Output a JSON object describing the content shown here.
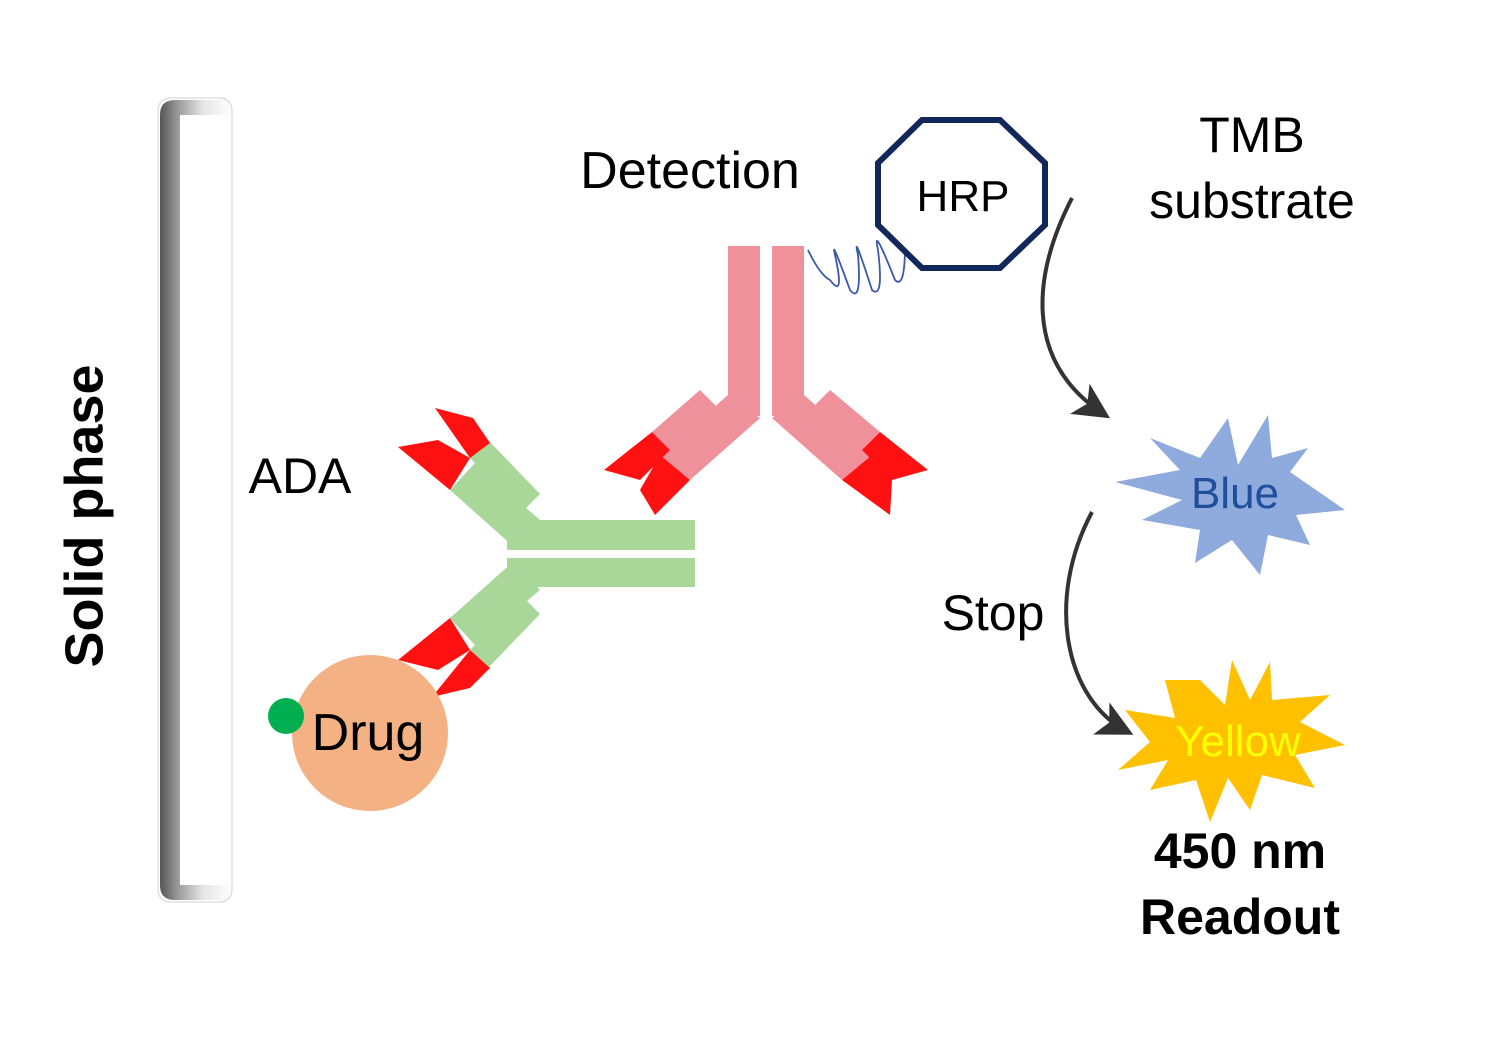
{
  "labels": {
    "solid_phase": "Solid phase",
    "ada": "ADA",
    "drug": "Drug",
    "detection": "Detection",
    "hrp": "HRP",
    "tmb_line1": "TMB",
    "tmb_line2": "substrate",
    "blue": "Blue",
    "stop": "Stop",
    "yellow": "Yellow",
    "readout_line1": "450 nm",
    "readout_line2": "Readout"
  },
  "colors": {
    "ada_antibody": "#a9d79a",
    "detection_antibody": "#ee919a",
    "binding_site": "#ff1111",
    "drug": "#f4b183",
    "drug_tag": "#00b050",
    "hrp_outline": "#12275a",
    "blue_burst": "#8faadc",
    "blue_text": "#1f4e9c",
    "yellow_burst": "#ffc000",
    "yellow_text": "#ffff00",
    "arrow": "#333333"
  },
  "icons": {
    "solid_phase": "plate-bracket",
    "hrp": "octagon",
    "linker": "spring-linker",
    "blue": "starburst",
    "yellow": "starburst"
  }
}
